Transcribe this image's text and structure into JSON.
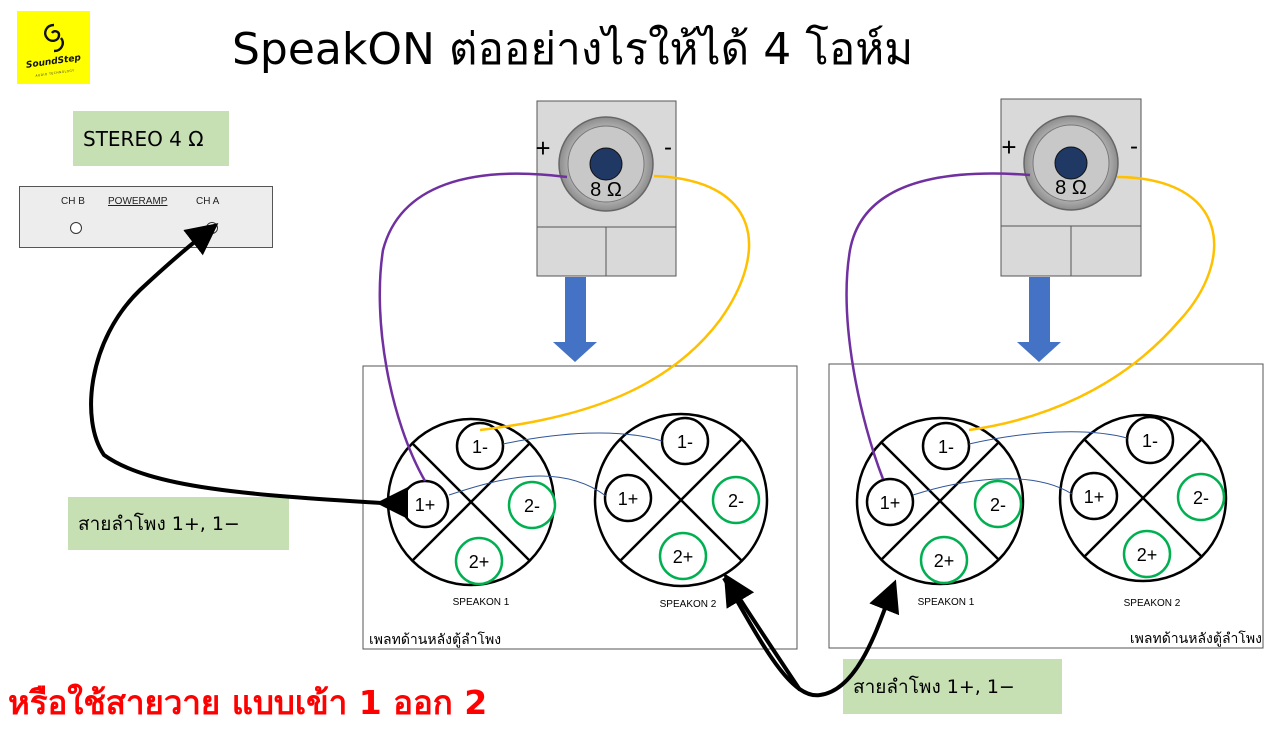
{
  "logo": {
    "text": "SoundStep",
    "sub": "AUDIO TECHNOLOGY"
  },
  "title": "SpeakON ต่ออย่างไรให้ได้ 4 โอห์ม",
  "stereo_label": "STEREO 4 Ω",
  "amp": {
    "ch_b": "CH B",
    "name": "POWERAMP",
    "ch_a": "CH A"
  },
  "cable_label_1": "สายลำโพง 1+, 1−",
  "cable_label_2": "สายลำโพง 1+, 1−",
  "bottom_note": "หรือใช้สายวาย แบบเข้า 1 ออก 2",
  "speaker": {
    "plus": "+",
    "minus": "-",
    "impedance": "8 Ω"
  },
  "plate_label": "เพลทด้านหลังตู้ลำโพง",
  "speakon1_label": "SPEAKON 1",
  "speakon2_label": "SPEAKON 2",
  "pins": {
    "p1m": "1-",
    "p1p": "1+",
    "p2m": "2-",
    "p2p": "2+"
  },
  "colors": {
    "purple_wire": "#7030a0",
    "yellow_wire": "#ffc000",
    "blue_wire": "#2f5597",
    "blue_arrow": "#4472c4",
    "green_pin": "#00b050",
    "label_bg": "#c6e0b4",
    "logo_bg": "#ffff00",
    "note": "#ff0000"
  }
}
